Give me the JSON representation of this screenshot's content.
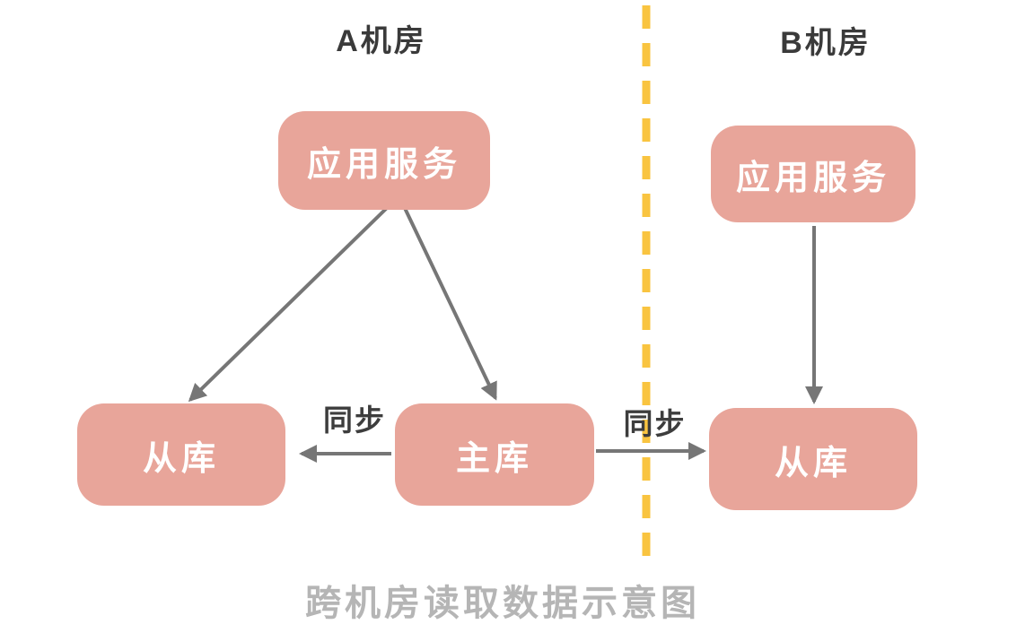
{
  "diagram": {
    "zones": {
      "a": {
        "label": "A机房"
      },
      "b": {
        "label": "B机房"
      }
    },
    "nodes": {
      "app_service_a": "应用服务",
      "slave_a": "从库",
      "master_a": "主库",
      "app_service_b": "应用服务",
      "slave_b": "从库"
    },
    "edges": {
      "sync_left_label": "同步",
      "sync_right_label": "同步"
    },
    "caption": "跨机房读取数据示意图",
    "colors": {
      "box_fill": "#e8a59a",
      "box_text": "#ffffff",
      "arrow": "#767676",
      "divider": "#f9c440",
      "caption": "#b5b5b5",
      "zone_label": "#3a3a3a",
      "sync_label": "#3d3d3d"
    }
  }
}
